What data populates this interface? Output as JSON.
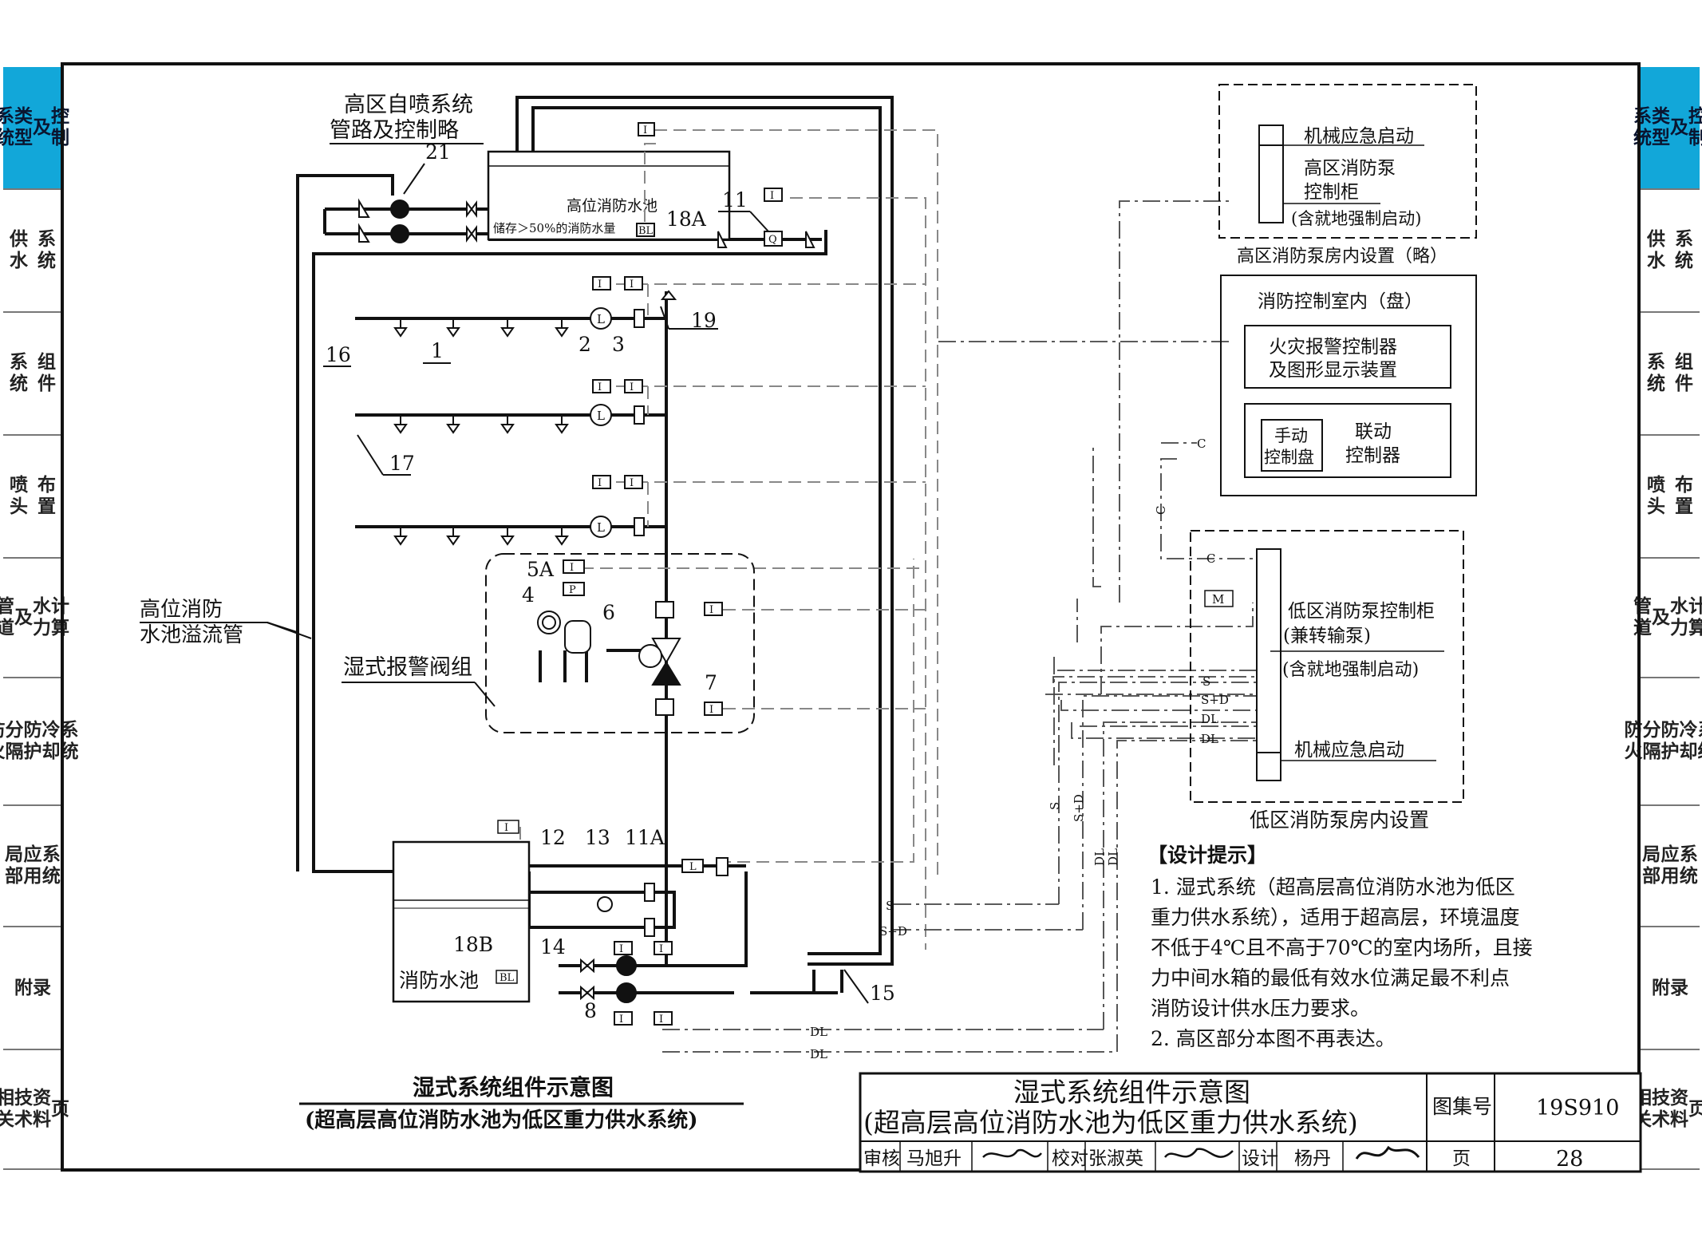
{
  "side_tabs": [
    {
      "label": "系统\n类型\n及\n控制",
      "active": true
    },
    {
      "label": "供水\n系统",
      "active": false
    },
    {
      "label": "系统\n组件",
      "active": false
    },
    {
      "label": "喷头\n布置",
      "active": false
    },
    {
      "label": "管道\n及\n水力\n计算",
      "active": false
    },
    {
      "label": "防火\n分隔\n防护\n冷却\n系统",
      "active": false
    },
    {
      "label": "局部\n应用\n系统",
      "active": false
    },
    {
      "label": "附录",
      "active": false
    },
    {
      "label": "相关\n技术\n资料\n页",
      "active": false
    }
  ],
  "diagram": {
    "high_zone_label_1": "高区自喷系统",
    "high_zone_label_2": "管路及控制略",
    "high_tank_1": "高位消防水池",
    "high_tank_2": "储存＞50%的消防水量",
    "overflow_1": "高位消防",
    "overflow_2": "水池溢流管",
    "alarm_valve_group": "湿式报警阀组",
    "fire_pool": "消防水池",
    "high_pump_room": {
      "mech": "机械应急启动",
      "cab_1": "高区消防泵",
      "cab_2": "控制柜",
      "cab_3": "(含就地强制启动)",
      "caption": "高区消防泵房内设置（略）"
    },
    "control_room": {
      "title": "消防控制室内（盘）",
      "fire_1": "火灾报警控制器",
      "fire_2": "及图形显示装置",
      "manual_1": "手动",
      "manual_2": "控制盘",
      "link_1": "联动",
      "link_2": "控制器"
    },
    "low_pump_room": {
      "cab_1": "低区消防泵控制柜",
      "cab_2": "(兼转输泵)",
      "cab_3": "(含就地强制启动)",
      "mech": "机械应急启动",
      "caption": "低区消防泵房内设置"
    },
    "numbers": {
      "n21": "21",
      "n11": "11",
      "n18A": "18A",
      "n19": "19",
      "n16": "16",
      "n1": "1",
      "n2": "2",
      "n3": "3",
      "n17": "17",
      "n5A": "5A",
      "n4": "4",
      "n6": "6",
      "n7": "7",
      "n12": "12",
      "n13": "13",
      "n11A": "11A",
      "n14": "14",
      "n18B": "18B",
      "n8": "8",
      "n15": "15"
    },
    "tags": {
      "I": "I",
      "Q": "Q",
      "P": "P",
      "L": "L",
      "M": "M",
      "BL": "BL",
      "C": "C",
      "S": "S",
      "SD": "S+D",
      "DL": "DL"
    }
  },
  "notes": {
    "title": "【设计提示】",
    "lines": [
      "1. 湿式系统（超高层高位消防水池为低区",
      "重力供水系统），适用于超高层，环境温度",
      "不低于4℃且不高于70℃的室内场所，且接",
      "力中间水箱的最低有效水位满足最不利点",
      "消防设计供水压力要求。",
      "2. 高区部分本图不再表达。"
    ]
  },
  "caption": {
    "title": "湿式系统组件示意图",
    "subtitle": "(超高层高位消防水池为低区重力供水系统)"
  },
  "title_block": {
    "title_1": "湿式系统组件示意图",
    "title_2": "(超高层高位消防水池为低区重力供水系统)",
    "atlas_label": "图集号",
    "atlas_no": "19S910",
    "review_label": "审核",
    "reviewer": "马旭升",
    "check_label": "校对",
    "checker": "张淑英",
    "design_label": "设计",
    "designer": "杨丹",
    "page_label": "页",
    "page_no": "28"
  }
}
